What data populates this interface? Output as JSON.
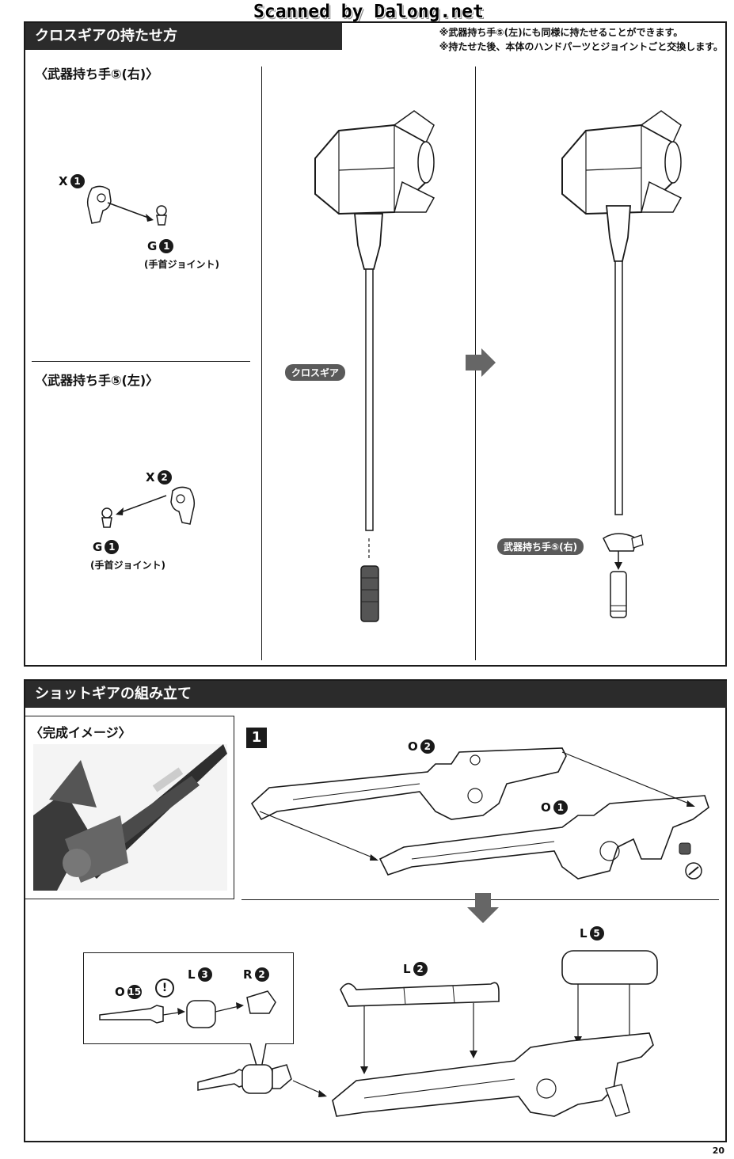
{
  "watermark": "Scanned by Dalong.net",
  "section1": {
    "title": "クロスギアの持たせ方",
    "notes": [
      "※武器持ち手⑤(左)にも同様に持たせることができます。",
      "※持たせた後、本体のハンドパーツとジョイントごと交換します。"
    ],
    "right_hand_heading": "〈武器持ち手⑤(右)〉",
    "left_hand_heading": "〈武器持ち手⑤(左)〉",
    "right_parts": {
      "x_letter": "X",
      "x_num": "1",
      "g_letter": "G",
      "g_num": "1",
      "caption": "(手首ジョイント)"
    },
    "left_parts": {
      "x_letter": "X",
      "x_num": "2",
      "g_letter": "G",
      "g_num": "1",
      "caption": "(手首ジョイント)"
    },
    "weapon_label": "クロスギア",
    "hand_label": "武器持ち手⑤(右)"
  },
  "section2": {
    "title": "ショットギアの組み立て",
    "image_heading": "〈完成イメージ〉",
    "step_number": "1",
    "parts": {
      "o2": {
        "letter": "O",
        "num": "2"
      },
      "o1": {
        "letter": "O",
        "num": "1"
      },
      "o15": {
        "letter": "O",
        "num": "15"
      },
      "l3": {
        "letter": "L",
        "num": "3"
      },
      "r2": {
        "letter": "R",
        "num": "2"
      },
      "l2": {
        "letter": "L",
        "num": "2"
      },
      "l5": {
        "letter": "L",
        "num": "5"
      }
    },
    "caution_mark": "!"
  },
  "page_number": "20",
  "colors": {
    "header_bg": "#2b2b2b",
    "pill_bg": "#5a5a5a",
    "ink": "#1a1a1a"
  }
}
